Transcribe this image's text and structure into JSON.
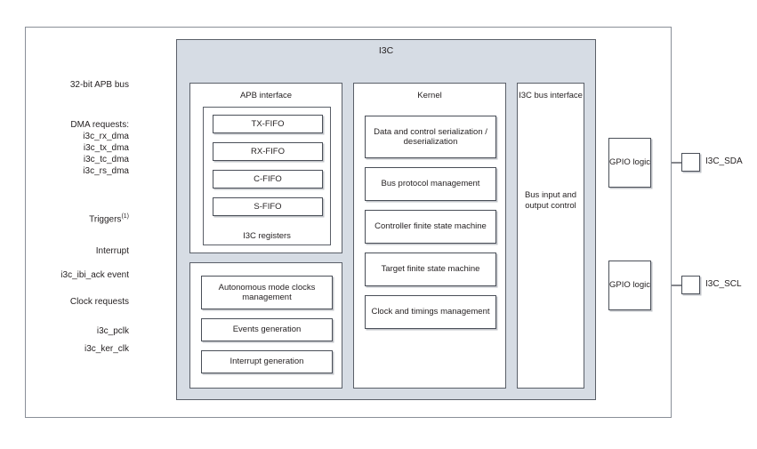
{
  "diagram": {
    "title": "I3C",
    "outer_frame_label": ""
  },
  "columns": {
    "apb_interface": {
      "title": "APB interface",
      "registers_caption": "I3C registers",
      "fifos": [
        {
          "label": "TX-FIFO"
        },
        {
          "label": "RX-FIFO"
        },
        {
          "label": "C-FIFO"
        },
        {
          "label": "S-FIFO"
        }
      ]
    },
    "apb_lower": {
      "title": "",
      "blocks": [
        {
          "label": "Autonomous mode clocks management"
        },
        {
          "label": "Events generation"
        },
        {
          "label": "Interrupt generation"
        }
      ]
    },
    "kernel": {
      "title": "Kernel",
      "blocks": [
        {
          "label": "Data and control serialization / deserialization"
        },
        {
          "label": "Bus protocol management"
        },
        {
          "label": "Controller finite state machine"
        },
        {
          "label": "Target finite state machine"
        },
        {
          "label": "Clock and timings management"
        }
      ]
    },
    "bus_interface": {
      "title": "I3C bus interface",
      "body": "Bus input and output control"
    }
  },
  "gpio": [
    {
      "label": "GPIO logic",
      "pin": "I3C_SDA"
    },
    {
      "label": "GPIO logic",
      "pin": "I3C_SCL"
    }
  ],
  "signals": {
    "apb_bus": "32-bit APB bus",
    "dma_header": "DMA requests:",
    "dma_list": "i3c_rx_dma\ni3c_tx_dma\ni3c_tc_dma\ni3c_rs_dma",
    "triggers": "Triggers",
    "triggers_footnote": "(1)",
    "interrupt": "Interrupt",
    "ibi_ack": "i3c_ibi_ack event",
    "clock_requests": "Clock requests",
    "pclk": "i3c_pclk",
    "ker_clk": "i3c_ker_clk"
  },
  "colors": {
    "container_fill": "#d6dce4",
    "line": "#4a4f58",
    "frame": "#8a8f98",
    "text": "#231f20"
  }
}
